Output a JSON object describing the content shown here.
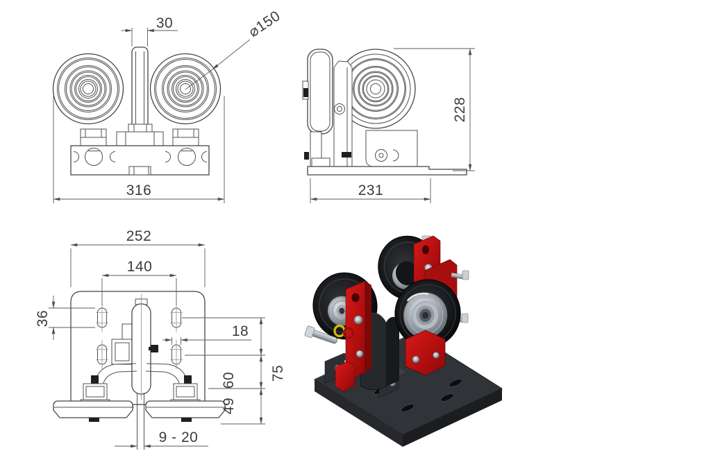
{
  "page": {
    "background": "#ffffff"
  },
  "drawing_colors": {
    "line": "#4f4f4f",
    "text": "#3c3c3c",
    "bracket_red": "#c01212",
    "wheel_black": "#17181a",
    "hub_silver": "#b9bfc6",
    "base_plate_dark": "#303337",
    "washer_yellow": "#cdb703"
  },
  "dims": {
    "front": {
      "hub_gap": "30",
      "wheel_diameter": "⌀150",
      "overall_width": "316"
    },
    "side": {
      "base_depth": "231",
      "overall_height": "228"
    },
    "rear": {
      "plate_width": "252",
      "slot_spacing": "140",
      "slot_length": "36",
      "slot_width": "18",
      "offset_sixty": "60",
      "offset_fortynine": "49",
      "offset_seventyfive": "75",
      "gap_range": "9 - 20"
    }
  }
}
